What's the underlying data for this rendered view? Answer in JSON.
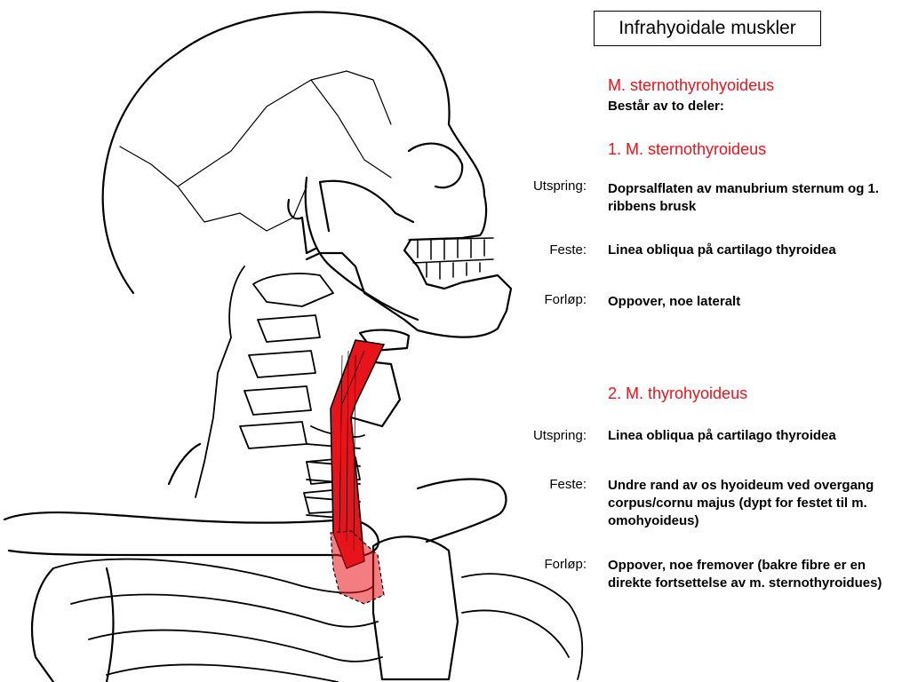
{
  "title": "Infrahyoidale muskler",
  "muscle_group": "M. sternothyrohyoideus",
  "intro": "Består av  to deler:",
  "labels": {
    "origin": "Utspring:",
    "insertion": "Feste:",
    "course": "Forløp:"
  },
  "parts": [
    {
      "heading": "1.  M. sternothyroideus",
      "origin": "Doprsalflaten av manubrium sternum og 1. ribbens brusk",
      "insertion": "Linea obliqua på cartilago thyroidea",
      "course": "Oppover, noe lateralt"
    },
    {
      "heading": "2.  M. thyrohyoideus",
      "origin": "Linea obliqua på cartilago thyroidea",
      "insertion": "Undre rand av os hyoideum ved overgang corpus/cornu majus (dypt for festet til m. omohyoideus)",
      "course": "Oppover, noe fremover (bakre fibre er en direkte fortsettelse av m. sternothyroidues)"
    }
  ],
  "colors": {
    "muscle": "#e8141b",
    "heading": "#e8141b",
    "outline": "#000000"
  }
}
